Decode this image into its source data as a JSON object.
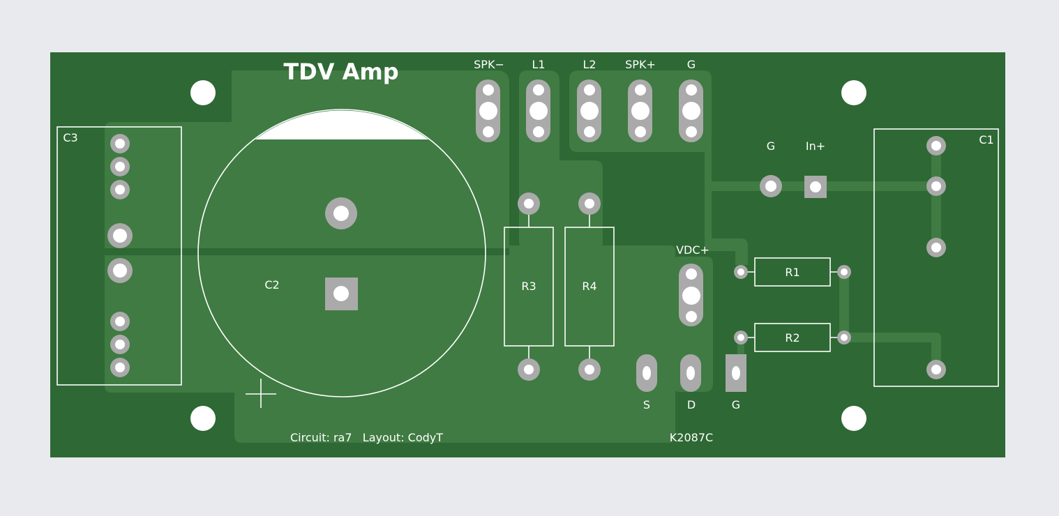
{
  "board": {
    "title": "TDV Amp",
    "credits": "Circuit: ra7   Layout: CodyT",
    "part_number": "K2087C"
  },
  "colors": {
    "background": "#e8eaee",
    "board": "#2e6834",
    "copper": "#3f7b42",
    "pad": "#aaaaaa",
    "silkscreen": "#ffffff"
  },
  "connector_labels": {
    "spk_minus": "SPK−",
    "l1": "L1",
    "l2": "L2",
    "spk_plus": "SPK+",
    "g_top": "G",
    "g_in": "G",
    "in_plus": "In+",
    "vdc_plus": "VDC+",
    "s": "S",
    "d": "D",
    "g_fet": "G"
  },
  "components": {
    "c1": "C1",
    "c2": "C2",
    "c3": "C3",
    "r1": "R1",
    "r2": "R2",
    "r3": "R3",
    "r4": "R4"
  }
}
